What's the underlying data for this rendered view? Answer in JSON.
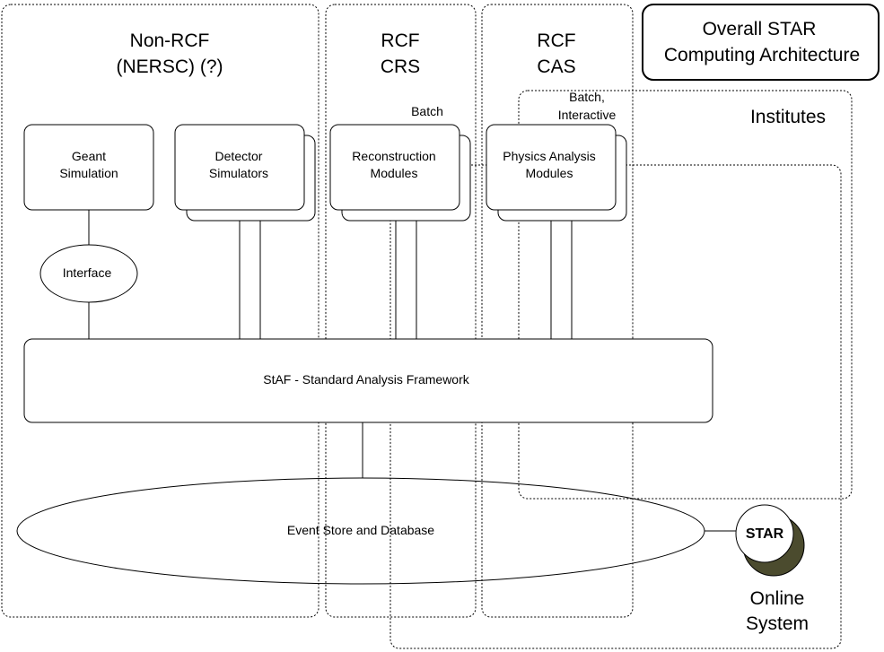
{
  "title": {
    "line1": "Overall STAR",
    "line2": "Computing Architecture"
  },
  "regions": {
    "non_rcf": {
      "line1": "Non-RCF",
      "line2": "(NERSC) (?)"
    },
    "rcf_crs": {
      "line1": "RCF",
      "line2": "CRS"
    },
    "rcf_cas": {
      "line1": "RCF",
      "line2": "CAS"
    },
    "institutes": "Institutes"
  },
  "notes": {
    "batch": "Batch",
    "batch_interactive_1": "Batch,",
    "batch_interactive_2": "Interactive"
  },
  "modules": {
    "geant": {
      "line1": "Geant",
      "line2": "Simulation"
    },
    "detector": {
      "line1": "Detector",
      "line2": "Simulators"
    },
    "reconstruction": {
      "line1": "Reconstruction",
      "line2": "Modules"
    },
    "physics": {
      "line1": "Physics Analysis",
      "line2": "Modules"
    }
  },
  "interface": "Interface",
  "framework": "StAF - Standard Analysis Framework",
  "event_store": "Event Store and Database",
  "star_node": "STAR",
  "online": {
    "line1": "Online",
    "line2": "System"
  },
  "colors": {
    "stroke": "#000000",
    "shadow_disk": "#4b4b2e",
    "background": "#ffffff"
  }
}
